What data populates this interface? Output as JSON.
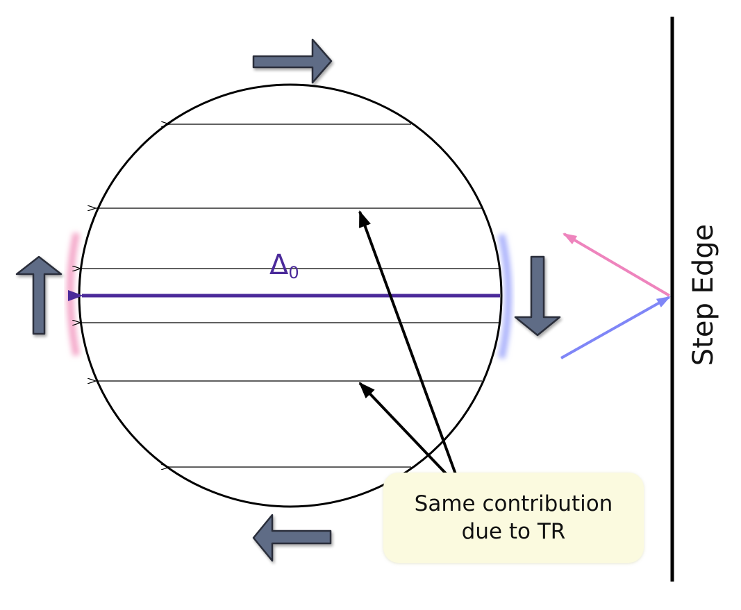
{
  "diagram": {
    "gap_label": {
      "symbol": "Δ",
      "subscript": "0"
    },
    "callout": {
      "text": "Same contribution\ndue to TR"
    },
    "wall_label": "Step Edge",
    "colors": {
      "outline": "#000000",
      "gap_arrow": "#4b2a9a",
      "big_arrow_fill": "#5e6c86",
      "big_arrow_stroke": "#2a2f3a",
      "reflected_ray": "#ee84bd",
      "incident_ray": "#7f86f7",
      "left_glow": "#f4a6c8",
      "right_glow": "#a9b0fb",
      "callout_bg": "#fbfadf"
    },
    "icons": [
      "arrow-right-icon",
      "arrow-left-icon",
      "arrow-up-icon",
      "arrow-down-icon"
    ]
  }
}
